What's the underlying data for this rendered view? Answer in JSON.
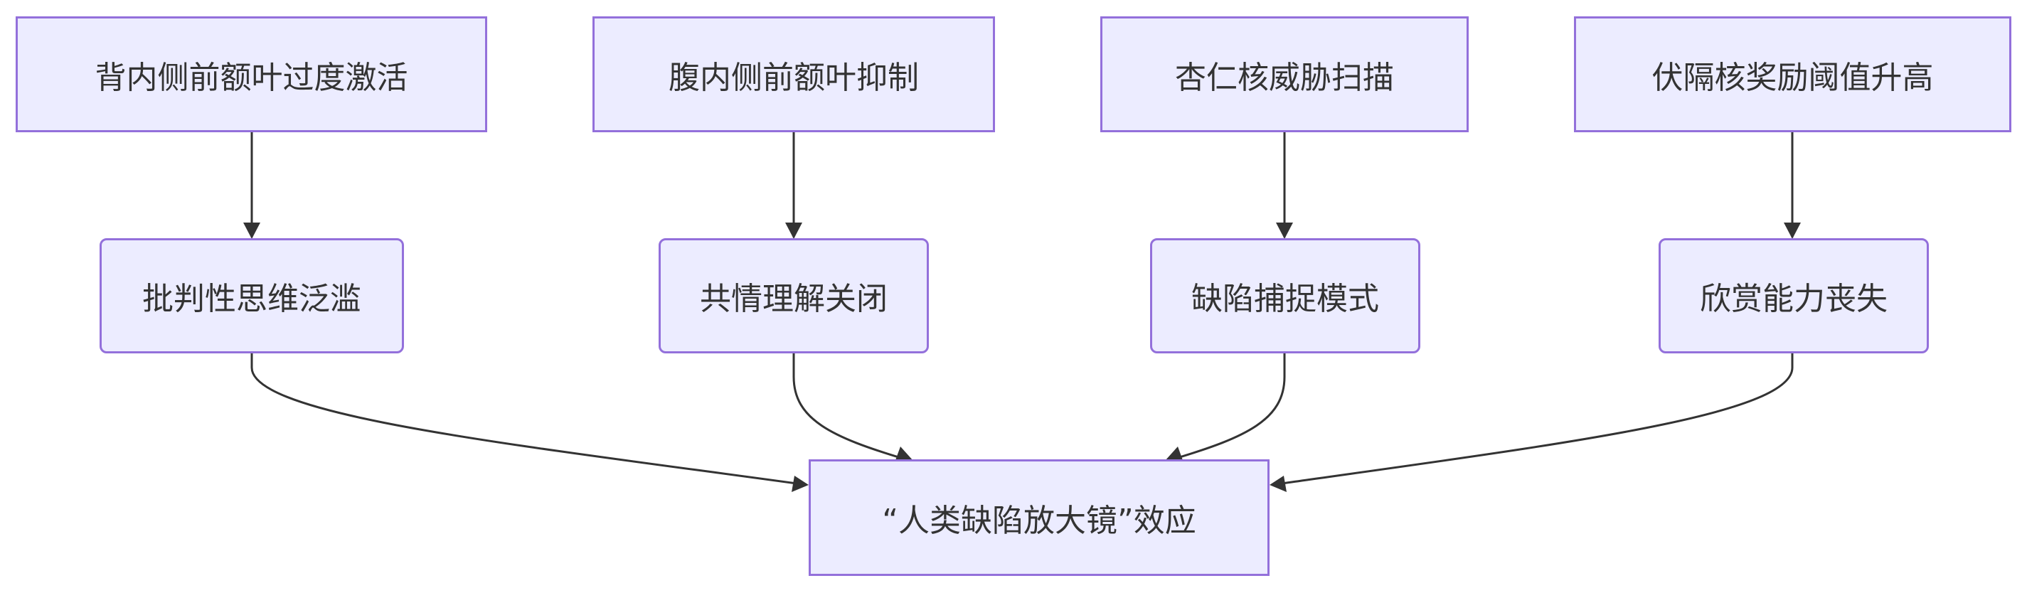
{
  "diagram": {
    "colors": {
      "node_fill": "#ececff",
      "node_border": "#9370db",
      "text": "#333333",
      "edge": "#333333"
    },
    "top_nodes": [
      {
        "id": "dmpfc",
        "label": "背内侧前额叶过度激活"
      },
      {
        "id": "vmpfc",
        "label": "腹内侧前额叶抑制"
      },
      {
        "id": "amygdala",
        "label": "杏仁核威胁扫描"
      },
      {
        "id": "nacc",
        "label": "伏隔核奖励阈值升高"
      }
    ],
    "middle_nodes": [
      {
        "id": "critical",
        "label": "批判性思维泛滥"
      },
      {
        "id": "empathy",
        "label": "共情理解关闭"
      },
      {
        "id": "defect",
        "label": "缺陷捕捉模式"
      },
      {
        "id": "appreciation",
        "label": "欣赏能力丧失"
      }
    ],
    "result_node": {
      "id": "effect",
      "label": "“人类缺陷放大镜”效应"
    },
    "edges": [
      {
        "from": "dmpfc",
        "to": "critical"
      },
      {
        "from": "vmpfc",
        "to": "empathy"
      },
      {
        "from": "amygdala",
        "to": "defect"
      },
      {
        "from": "nacc",
        "to": "appreciation"
      },
      {
        "from": "critical",
        "to": "effect"
      },
      {
        "from": "empathy",
        "to": "effect"
      },
      {
        "from": "defect",
        "to": "effect"
      },
      {
        "from": "appreciation",
        "to": "effect"
      }
    ]
  }
}
